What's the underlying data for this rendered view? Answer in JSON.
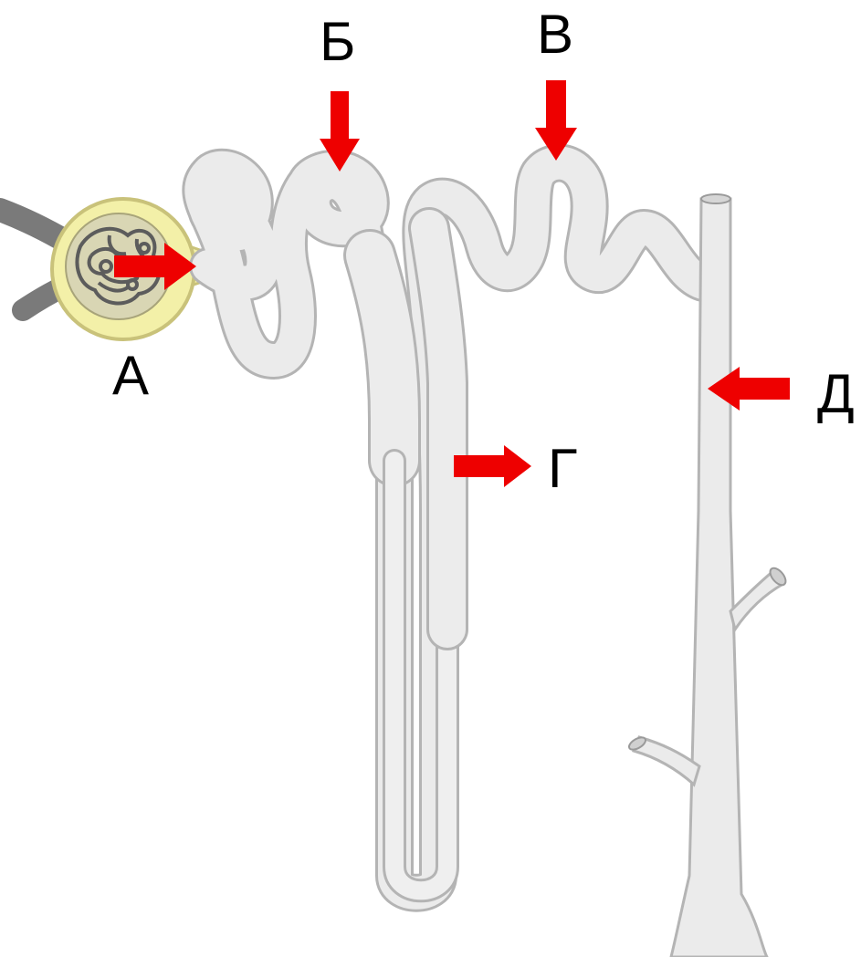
{
  "labels": {
    "a": "А",
    "b": "Б",
    "v": "В",
    "g": "Г",
    "d": "Д"
  },
  "colors": {
    "tubule_fill": "#ebebeb",
    "tubule_edge": "#b4b4b4",
    "capsule_fill": "#f3f0a8",
    "capsule_edge": "#c9c27a",
    "glomerulus": "#5c5c5c",
    "vessel": "#7a7a7a",
    "arrow": "#ee0000"
  }
}
